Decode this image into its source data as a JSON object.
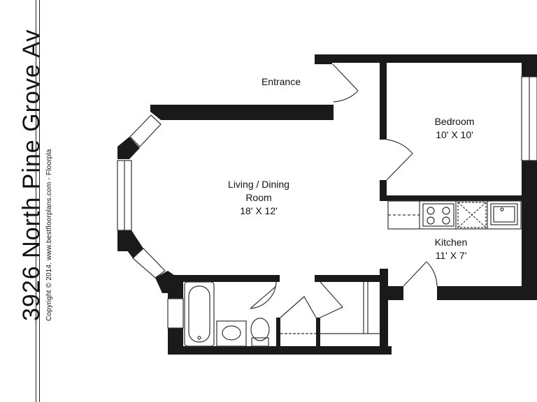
{
  "title": {
    "address": "3926 North Pine Grove Av",
    "copyright": "Copyright © 2014. www.bestfloorplans.com - Floorpla"
  },
  "rooms": {
    "entrance": {
      "name": "Entrance"
    },
    "living": {
      "name_line1": "Living / Dining",
      "name_line2": "Room",
      "size": "18' X 12'"
    },
    "bedroom": {
      "name": "Bedroom",
      "size": "10' X 10'"
    },
    "kitchen": {
      "name": "Kitchen",
      "size": "11' X 7'"
    }
  },
  "colors": {
    "wall": "#1a1a1a",
    "fixture": "#333333",
    "background": "#ffffff"
  }
}
